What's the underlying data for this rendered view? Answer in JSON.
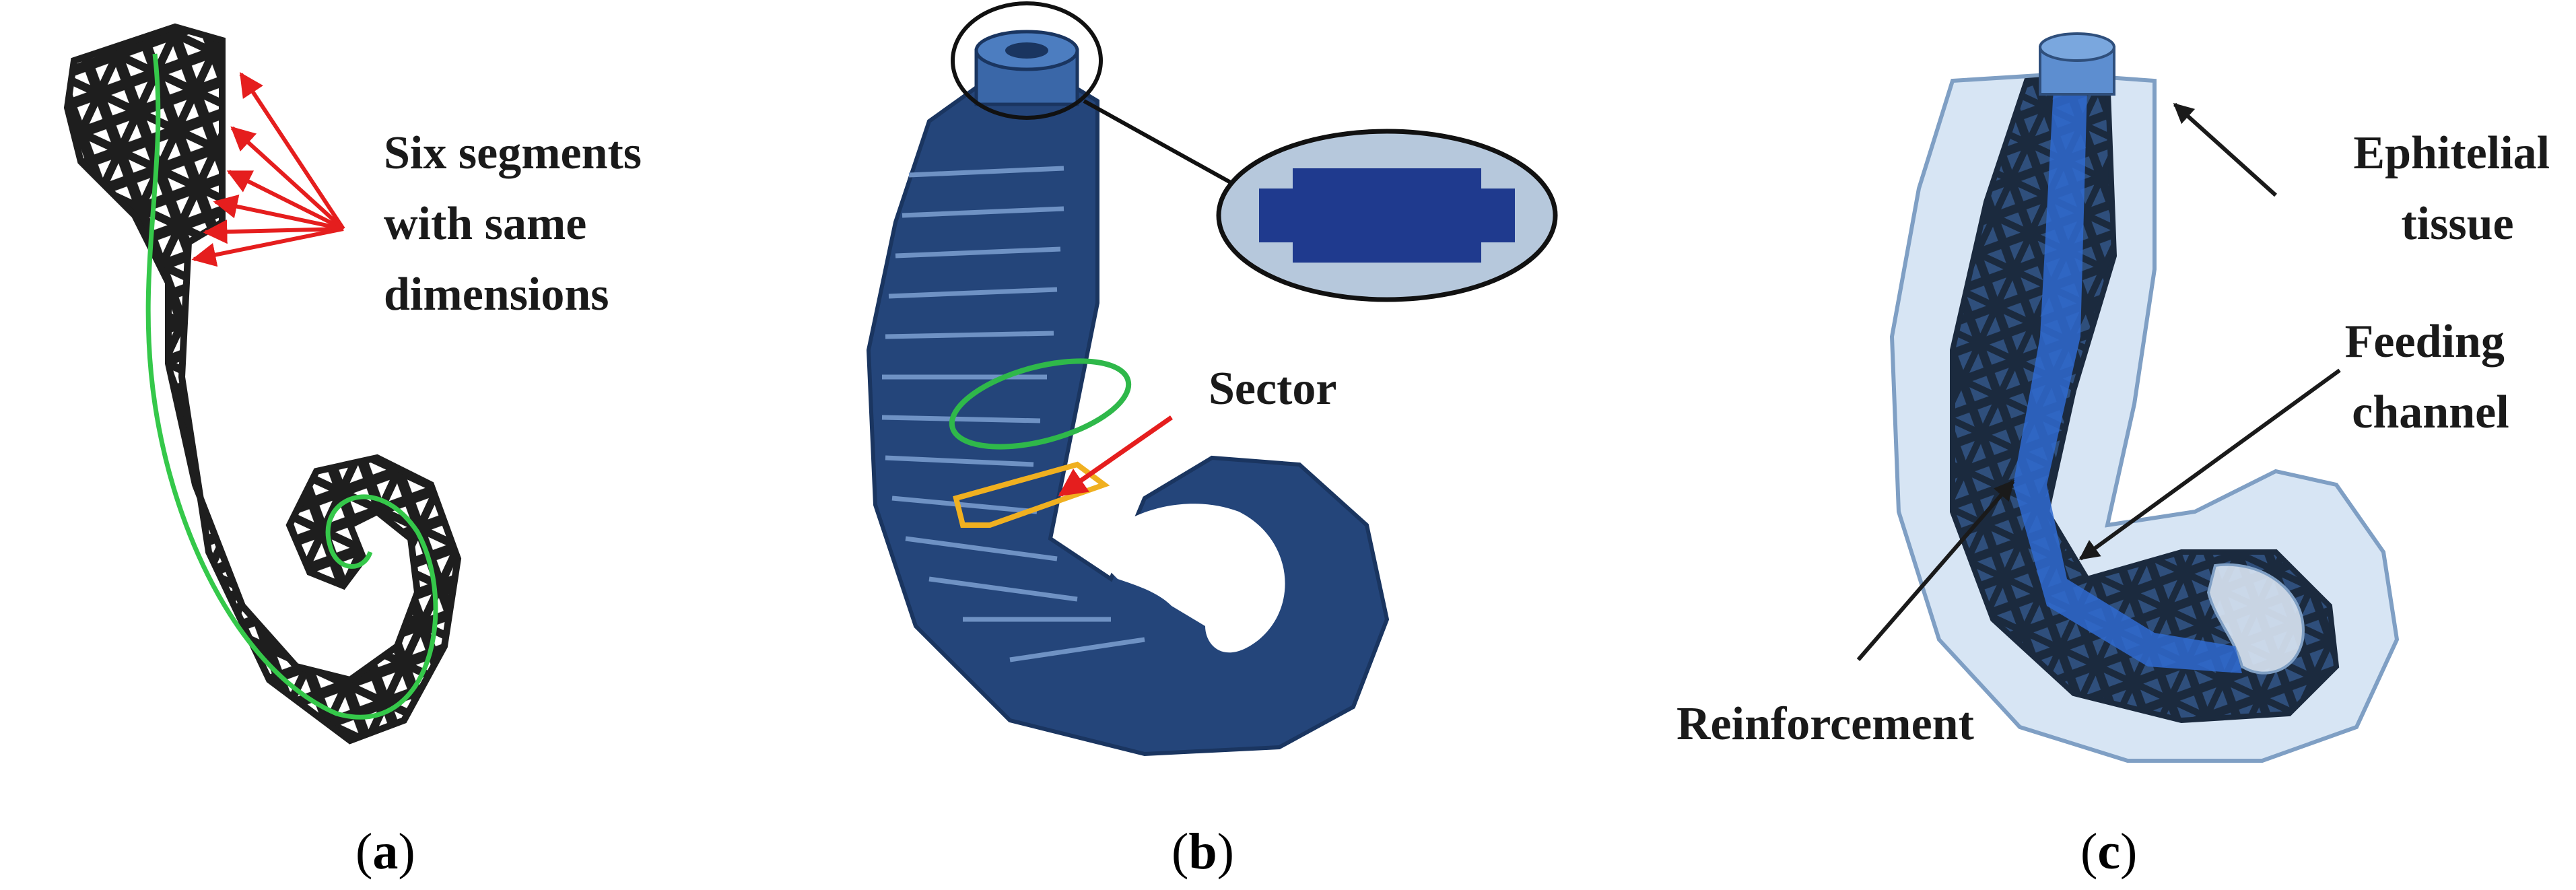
{
  "panel_a": {
    "annotation_lines": [
      "Six segments",
      "with same",
      "dimensions"
    ],
    "caption_letter": "a"
  },
  "panel_b": {
    "annotation": "Sector",
    "caption_letter": "b"
  },
  "panel_c": {
    "annotation_top": [
      "Ephitelial",
      "tissue"
    ],
    "annotation_mid": [
      "Feeding",
      "channel"
    ],
    "annotation_bottom": "Reinforcement",
    "caption_letter": "c"
  },
  "colors": {
    "lattice": "#1e1e1e",
    "centerline": "#35c84a",
    "arrow_red": "#e51e1e",
    "body_blue": "#24457a",
    "body_blue_light": "#3a67a8",
    "highlight_green": "#2fb84a",
    "highlight_yellow": "#f0b020",
    "zoom_fill": "#b6c8dc",
    "tissue": "#c9dcf0",
    "tissue_edge": "#7f9fc4"
  },
  "icons": [
    "segment-arrows",
    "zoom-callout",
    "sector-box"
  ]
}
